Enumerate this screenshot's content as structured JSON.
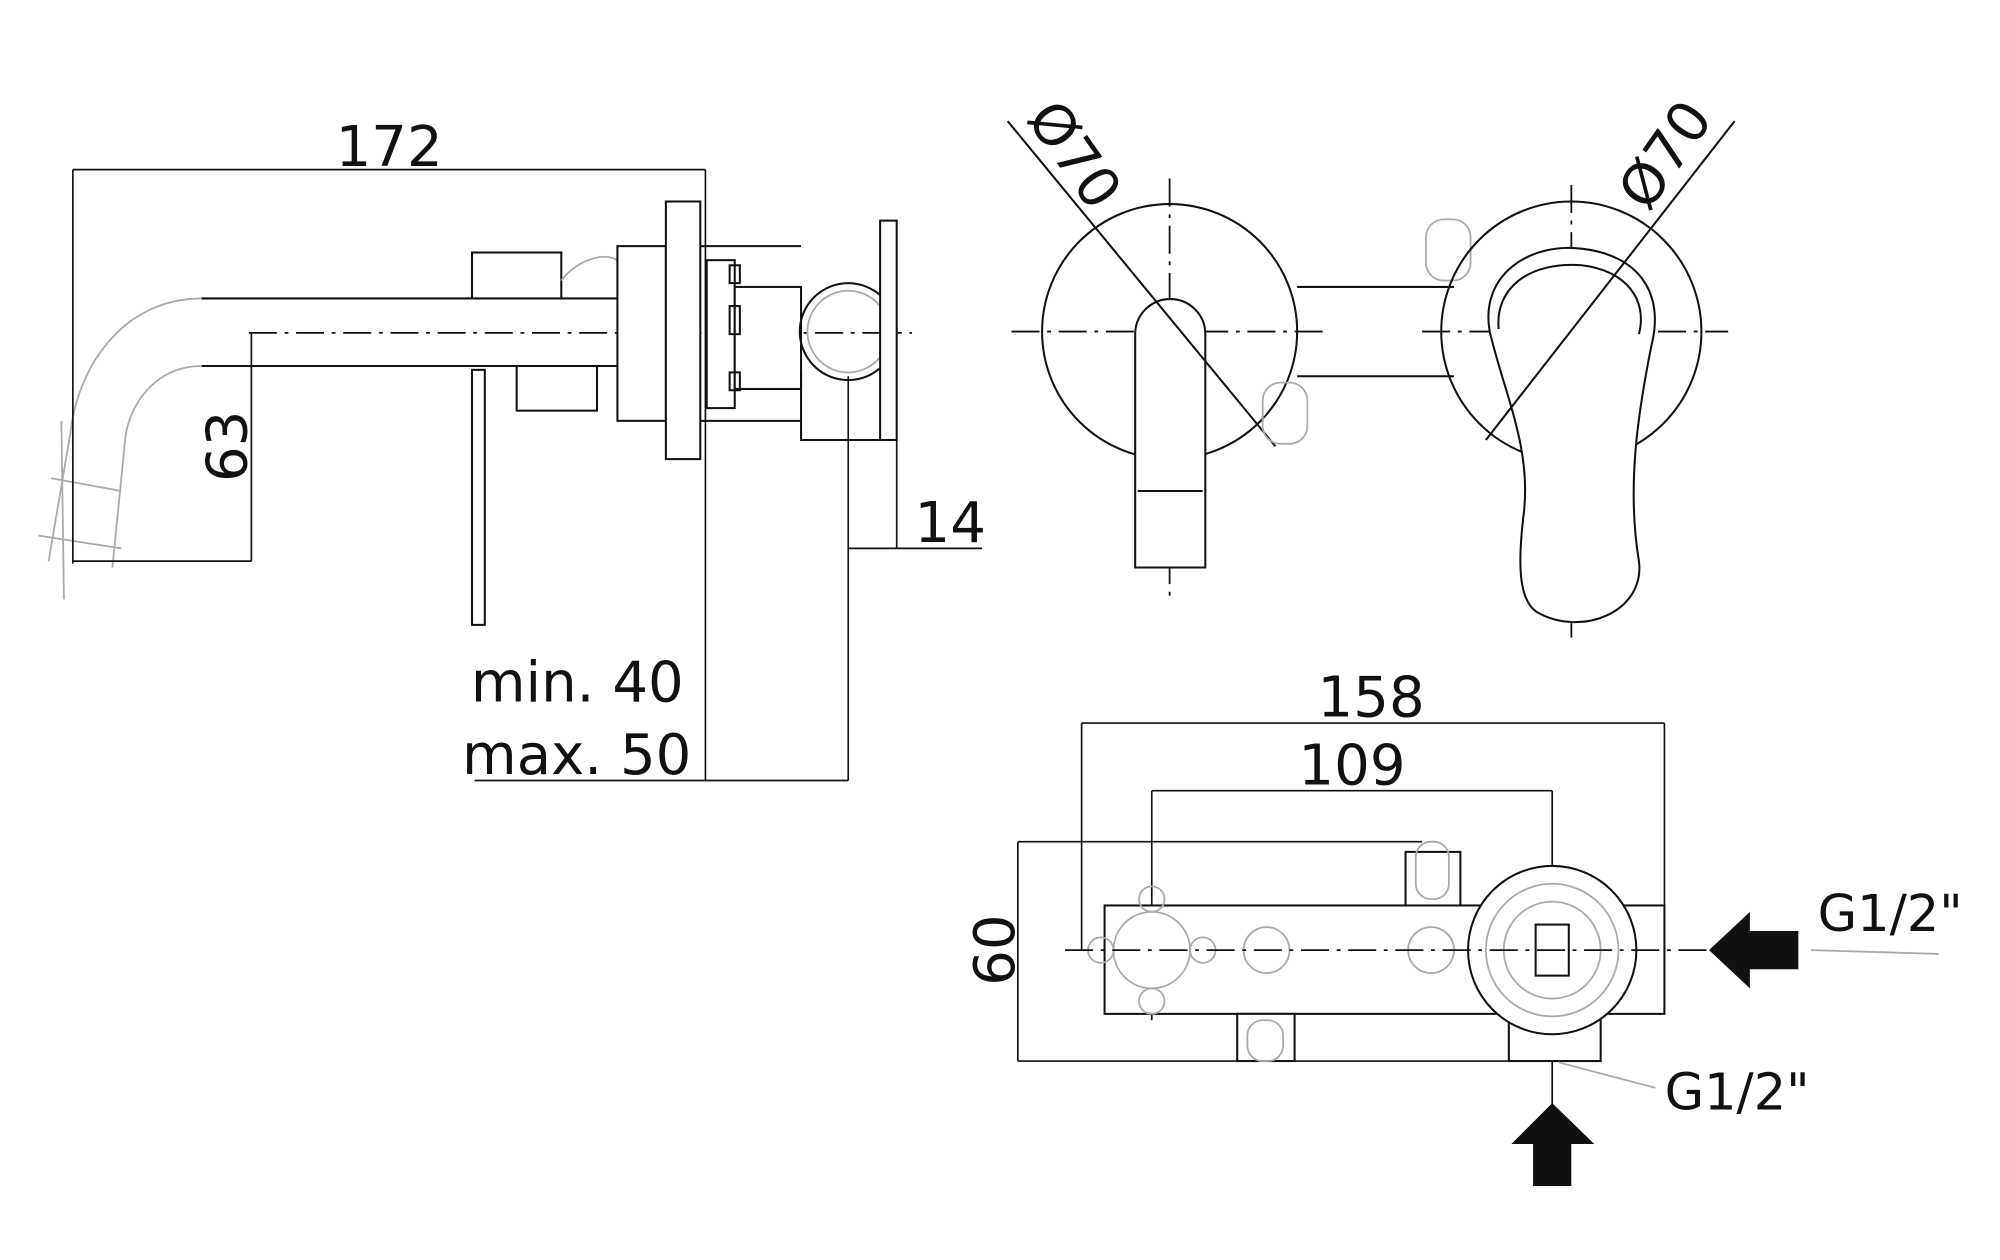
{
  "side_view": {
    "overall_length": "172",
    "spout_height": "63",
    "offset": "14",
    "wall_min": "min. 40",
    "wall_max": "max. 50"
  },
  "front_view": {
    "spout_rosette_diameter": "Ø70",
    "handle_rosette_diameter": "Ø70"
  },
  "body_view": {
    "overall_width": "158",
    "center_distance": "109",
    "height": "60",
    "inlet_side": "G1/2\"",
    "inlet_bottom": "G1/2\""
  }
}
